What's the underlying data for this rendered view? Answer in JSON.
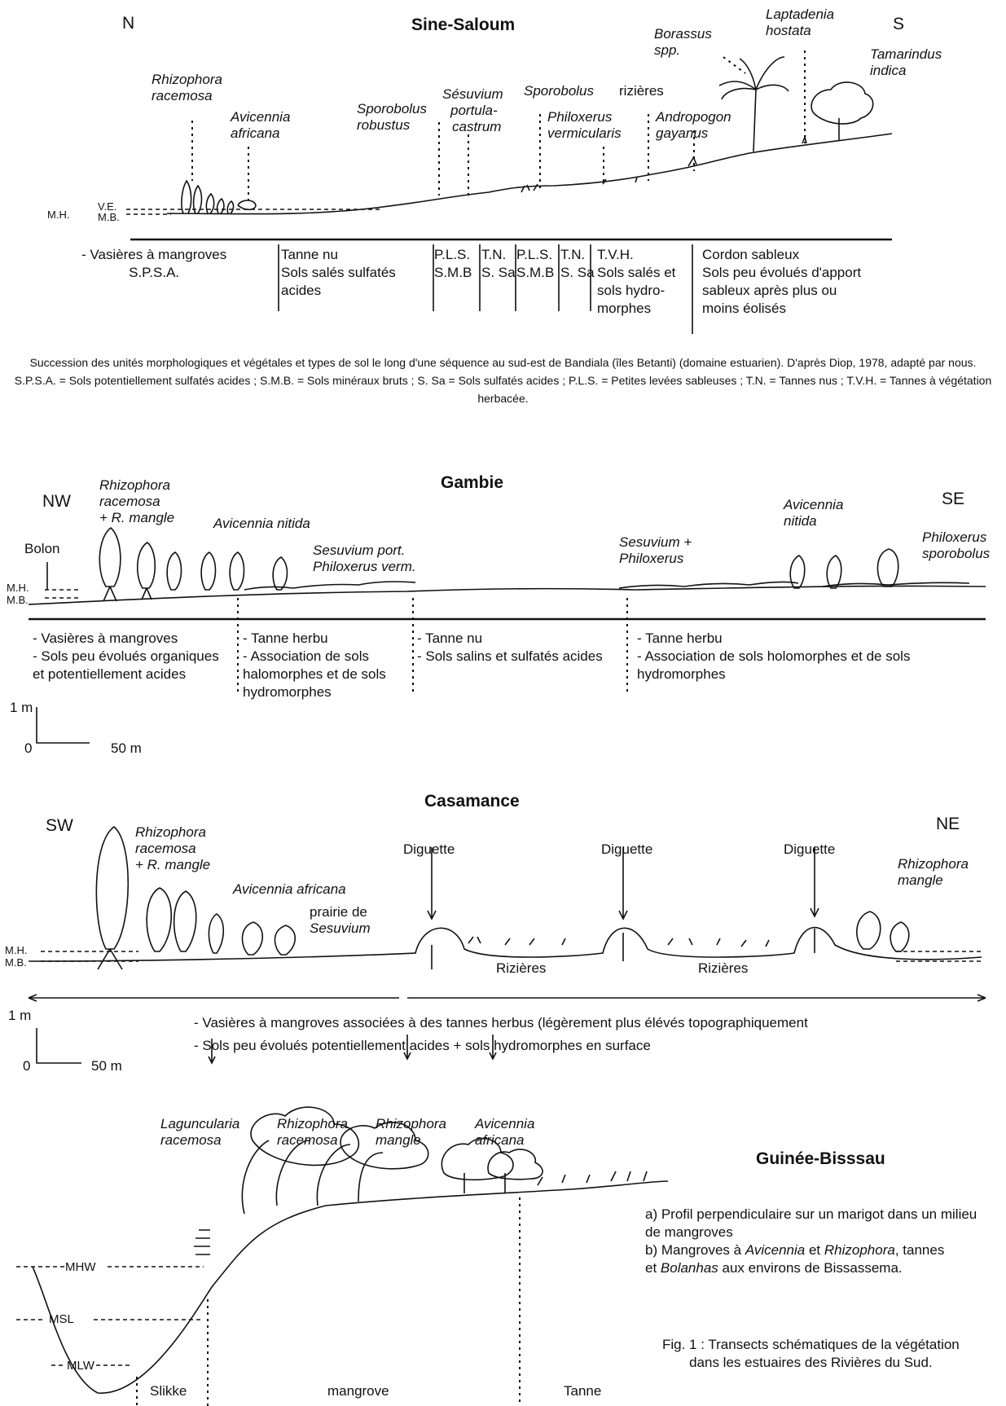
{
  "sine": {
    "title": "Sine-Saloum",
    "north": "N",
    "south": "S",
    "species": {
      "rhizophora": [
        "Rhizophora",
        "racemosa"
      ],
      "avicennia": [
        "Avicennia",
        "africana"
      ],
      "sporobolus_r": [
        "Sporobolus",
        "robustus"
      ],
      "sesuvium": [
        "Sésuvium",
        "portula-",
        "castrum"
      ],
      "sporobolus": "Sporobolus",
      "philoxerus": [
        "Philoxerus",
        "vermicularis"
      ],
      "rizieres": "rizières",
      "andropogon": [
        "Andropogon",
        "gayanus"
      ],
      "borassus": [
        "Borassus",
        "spp."
      ],
      "laptadenia": [
        "Laptadenia",
        "hostata"
      ],
      "tamarindus": [
        "Tamarindus",
        "indica"
      ]
    },
    "levels": {
      "mh": "M.H.",
      "ve": "V.E.",
      "mb": "M.B."
    },
    "soils": {
      "s1": [
        "- Vasières à mangroves",
        "S.P.S.A."
      ],
      "s2": [
        "Tanne nu",
        "Sols salés sulfatés",
        "acides"
      ],
      "s3": [
        "P.L.S.",
        "S.M.B"
      ],
      "s4": [
        "T.N.",
        "S. Sa"
      ],
      "s5": [
        "P.L.S.",
        "S.M.B"
      ],
      "s6": [
        "T.N.",
        "S. Sa"
      ],
      "s7": [
        "T.V.H.",
        "Sols salés et",
        "sols hydro-",
        "morphes"
      ],
      "s8": [
        "Cordon sableux",
        "Sols peu évolués d'apport",
        "sableux après plus ou",
        "moins éolisés"
      ]
    },
    "caption": "Succession des unités morphologiques et végétales et types de sol le long d'une séquence au sud-est de Bandiala (îles Betanti) (domaine estuarien). D'après Diop, 1978, adapté par nous. S.P.S.A. = Sols potentiellement sulfatés acides ; S.M.B. = Sols minéraux bruts ; S. Sa = Sols sulfatés acides ; P.L.S. = Petites levées sableuses ; T.N. = Tannes nus ; T.V.H. = Tannes à végétation herbacée."
  },
  "gambie": {
    "title": "Gambie",
    "west": "NW",
    "east": "SE",
    "species": {
      "rhizophora": [
        "Rhizophora",
        "racemosa",
        "+ R. mangle"
      ],
      "avicennia": "Avicennia nitida",
      "sesuvium": [
        "Sesuvium port.",
        "Philoxerus verm."
      ],
      "sesuvium2": [
        "Sesuvium +",
        "Philoxerus"
      ],
      "avicennia2": [
        "Avicennia",
        "nitida"
      ],
      "philoxerus": [
        "Philoxerus",
        "sporobolus"
      ]
    },
    "bolon": "Bolon",
    "levels": {
      "mh": "M.H.",
      "mb": "M.B."
    },
    "soils": {
      "s1": [
        "- Vasières à mangroves",
        "- Sols peu évolués organiques",
        "et potentiellement acides"
      ],
      "s2": [
        "- Tanne herbu",
        "- Association de sols",
        "halomorphes et de sols",
        "hydromorphes"
      ],
      "s3": [
        "- Tanne nu",
        "- Sols salins et sulfatés acides"
      ],
      "s4": [
        "- Tanne herbu",
        "- Association de sols holomorphes et de sols",
        "hydromorphes"
      ]
    },
    "scale": {
      "v": "1 m",
      "zero": "0",
      "h": "50 m"
    }
  },
  "casamance": {
    "title": "Casamance",
    "west": "SW",
    "east": "NE",
    "species": {
      "rhizophora": [
        "Rhizophora",
        "racemosa",
        "+ R. mangle"
      ],
      "avicennia": "Avicennia africana",
      "prairie": [
        "prairie de",
        "Sesuvium"
      ],
      "rhizophora2": [
        "Rhizophora",
        "mangle"
      ]
    },
    "diguette": [
      "Diguette",
      "Diguette",
      "Diguette"
    ],
    "rizieres": [
      "Rizières",
      "Rizières"
    ],
    "levels": {
      "mh": "M.H.",
      "mb": "M.B."
    },
    "soils": [
      "- Vasières à mangroves associées à des tannes herbus (légèrement plus élévés topographiquement",
      "- Sols peu évolués potentiellement acides + sols hydromorphes en surface"
    ],
    "scale": {
      "v": "1 m",
      "zero": "0",
      "h": "50 m"
    }
  },
  "guinee": {
    "title": "Guinée-Bisssau",
    "species": {
      "laguncularia": [
        "Laguncularia",
        "racemosa"
      ],
      "rhizophora_r": [
        "Rhizophora",
        "racemosa"
      ],
      "rhizophora_m": [
        "Rhizophora",
        "mangle"
      ],
      "avicennia": [
        "Avicennia",
        "africana"
      ]
    },
    "levels": {
      "mhw": "MHW",
      "msl": "MSL",
      "mlw": "MLW"
    },
    "zones": {
      "slikke": "Slikke",
      "mangrove": "mangrove",
      "tanne": "Tanne"
    },
    "notes": {
      "a1": "a) Profil perpendiculaire sur un marigot dans un milieu",
      "a2": "de mangroves",
      "b1_pre": "b) Mangroves à ",
      "b1_it1": "Avicennia",
      "b1_mid": " et ",
      "b1_it2": "Rhizophora",
      "b1_post": ", tannes",
      "b2_pre": "et ",
      "b2_it": "Bolanhas",
      "b2_post": " aux environs de Bissassema."
    },
    "fig": [
      "Fig. 1 : Transects schématiques de la végétation",
      "dans les estuaires des Rivières du Sud."
    ]
  }
}
